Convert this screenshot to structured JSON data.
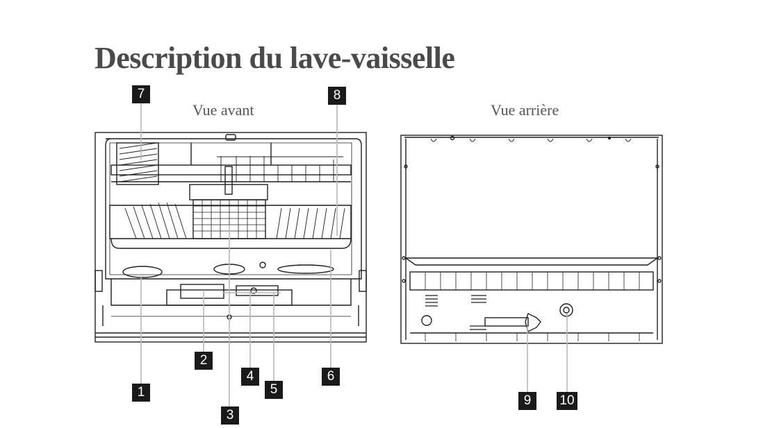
{
  "title": "Description du lave-vaisselle",
  "views": {
    "front": "Vue avant",
    "rear": "Vue arrière"
  },
  "callouts": [
    "1",
    "2",
    "3",
    "4",
    "5",
    "6",
    "7",
    "8",
    "9",
    "10"
  ],
  "colors": {
    "line": "#1f1f1f",
    "leader": "#b8b8b8",
    "badge": "#1a1a1a",
    "title": "#4a4a4a"
  }
}
